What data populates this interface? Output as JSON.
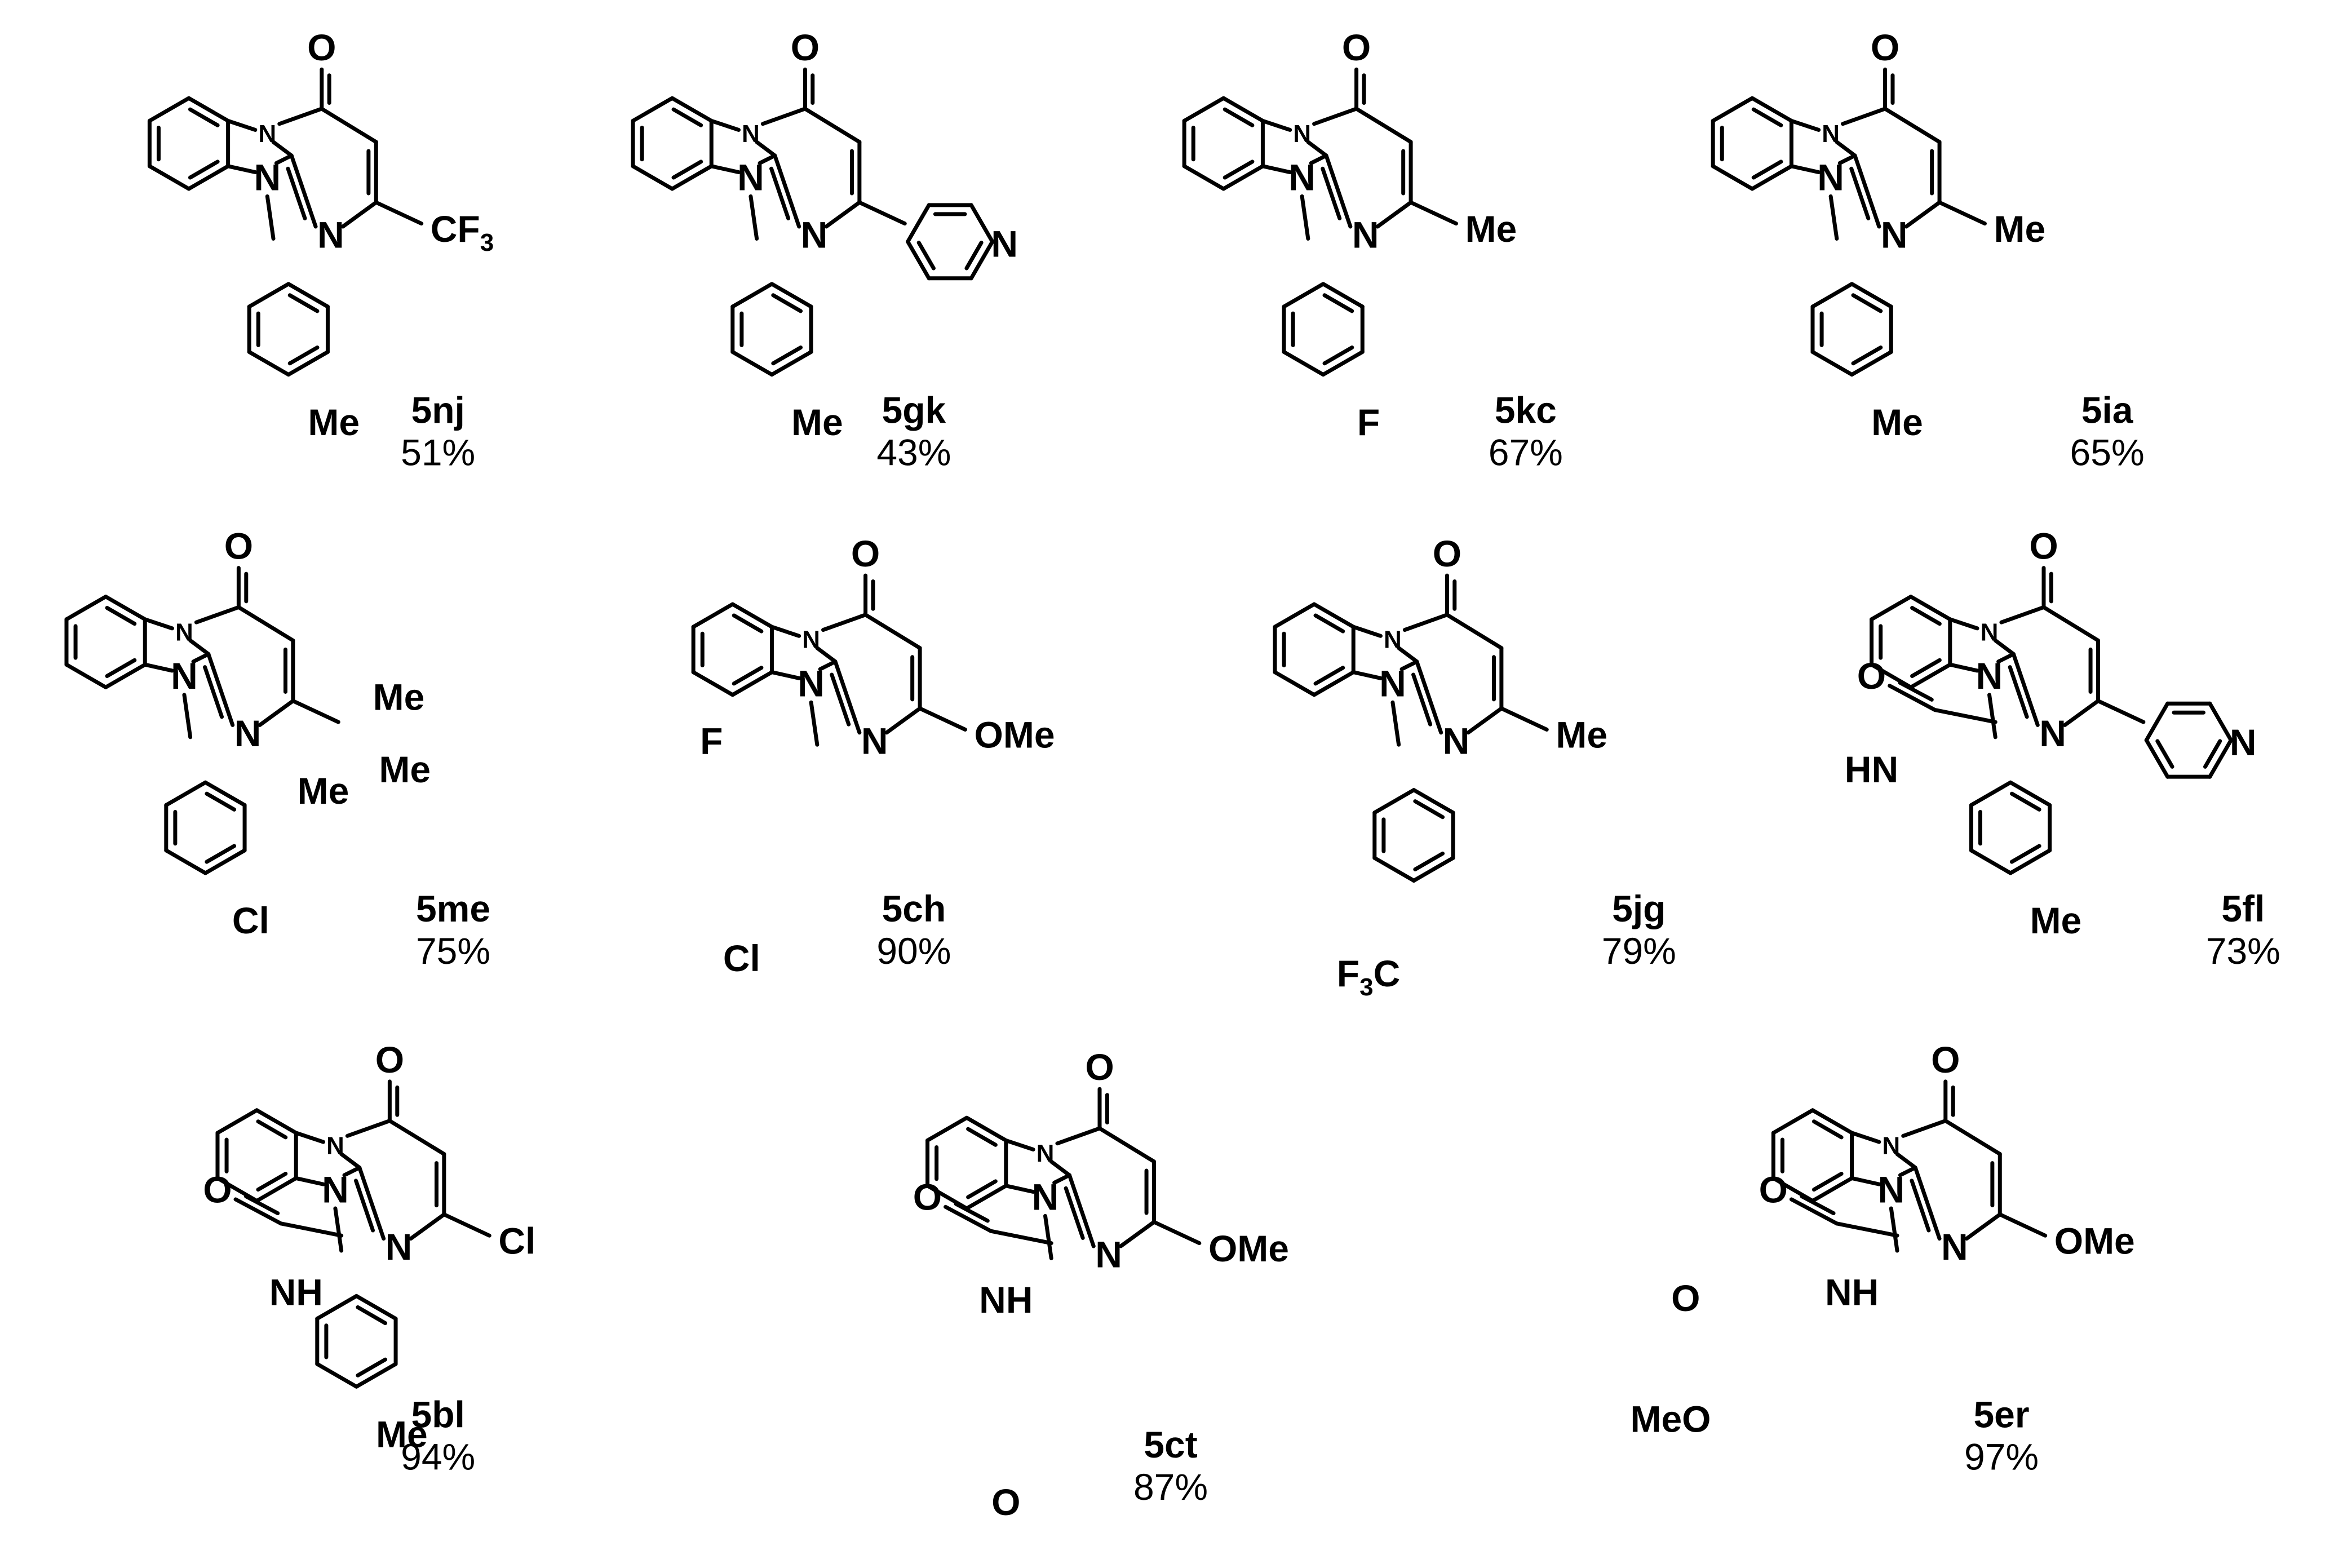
{
  "compounds": [
    {
      "id": "5nj",
      "yield": "51%",
      "labels": {
        "sub_a": "CF",
        "sub_a_idx": "3",
        "n1": "Me"
      }
    },
    {
      "id": "5gk",
      "yield": "43%",
      "labels": {
        "n1": "Me",
        "ring_n": "N"
      }
    },
    {
      "id": "5kc",
      "yield": "67%",
      "labels": {
        "sub_a": "Me",
        "n1": "F"
      }
    },
    {
      "id": "5ia",
      "yield": "65%",
      "labels": {
        "sub_a": "Me",
        "n1": "Me"
      }
    },
    {
      "id": "5me",
      "yield": "75%",
      "labels": {
        "me1": "Me",
        "me2": "Me",
        "me3": "Me",
        "n1": "Cl"
      }
    },
    {
      "id": "5ch",
      "yield": "90%",
      "labels": {
        "sub_a": "OMe",
        "f": "F",
        "cl": "Cl"
      }
    },
    {
      "id": "5jg",
      "yield": "79%",
      "labels": {
        "sub_a": "Me",
        "n1": "F",
        "n1_idx": "3",
        "n1_c": "C"
      }
    },
    {
      "id": "5fl",
      "yield": "73%",
      "labels": {
        "ring_n": "N",
        "o_amide": "O",
        "hn": "HN",
        "n1": "Me"
      }
    },
    {
      "id": "5bl",
      "yield": "94%",
      "labels": {
        "sub_a": "Cl",
        "o_amide": "O",
        "nh": "NH",
        "n1": "Me"
      }
    },
    {
      "id": "5ct",
      "yield": "87%",
      "labels": {
        "sub_a": "OMe",
        "o_amide": "O",
        "nh": "NH",
        "o_furan": "O"
      }
    },
    {
      "id": "5er",
      "yield": "97%",
      "labels": {
        "sub_a": "OMe",
        "o_amide": "O",
        "nh": "NH",
        "o_ester": "O",
        "meo": "MeO"
      }
    }
  ],
  "core_labels": {
    "carbonyl_o": "O",
    "n_bridge": "N",
    "n_imidazole": "N",
    "n_pyrimidine": "N"
  },
  "icon": "chemical-structure"
}
